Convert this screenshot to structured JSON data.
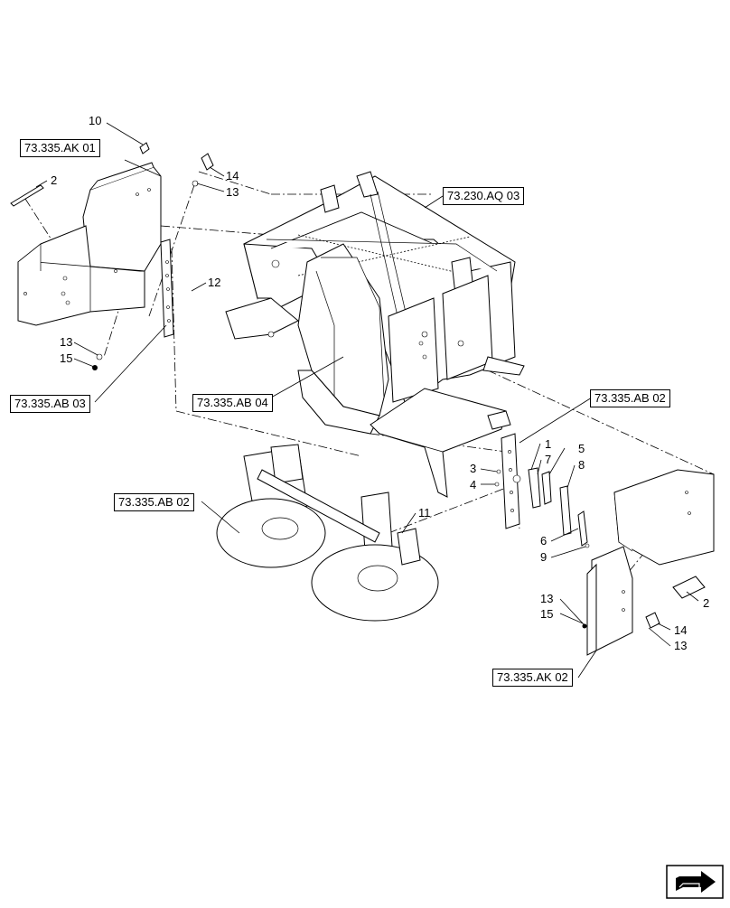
{
  "refs": {
    "ak01": "73.335.AK 01",
    "aq03": "73.230.AQ 03",
    "ab03": "73.335.AB 03",
    "ab04": "73.335.AB 04",
    "ab02_right": "73.335.AB 02",
    "ab02_left": "73.335.AB 02",
    "ak02": "73.335.AK 02"
  },
  "callouts": {
    "c10": "10",
    "c2_left": "2",
    "c14_top": "14",
    "c13_top": "13",
    "c12": "12",
    "c13_left": "13",
    "c15_left": "15",
    "c1": "1",
    "c5": "5",
    "c7": "7",
    "c8": "8",
    "c3": "3",
    "c4": "4",
    "c6": "6",
    "c9": "9",
    "c11": "11",
    "c2_right": "2",
    "c13_right": "13",
    "c15_right": "15",
    "c14_right": "14",
    "c13_right_b": "13"
  },
  "icons": {
    "nav": "next-page-arrow-icon"
  }
}
